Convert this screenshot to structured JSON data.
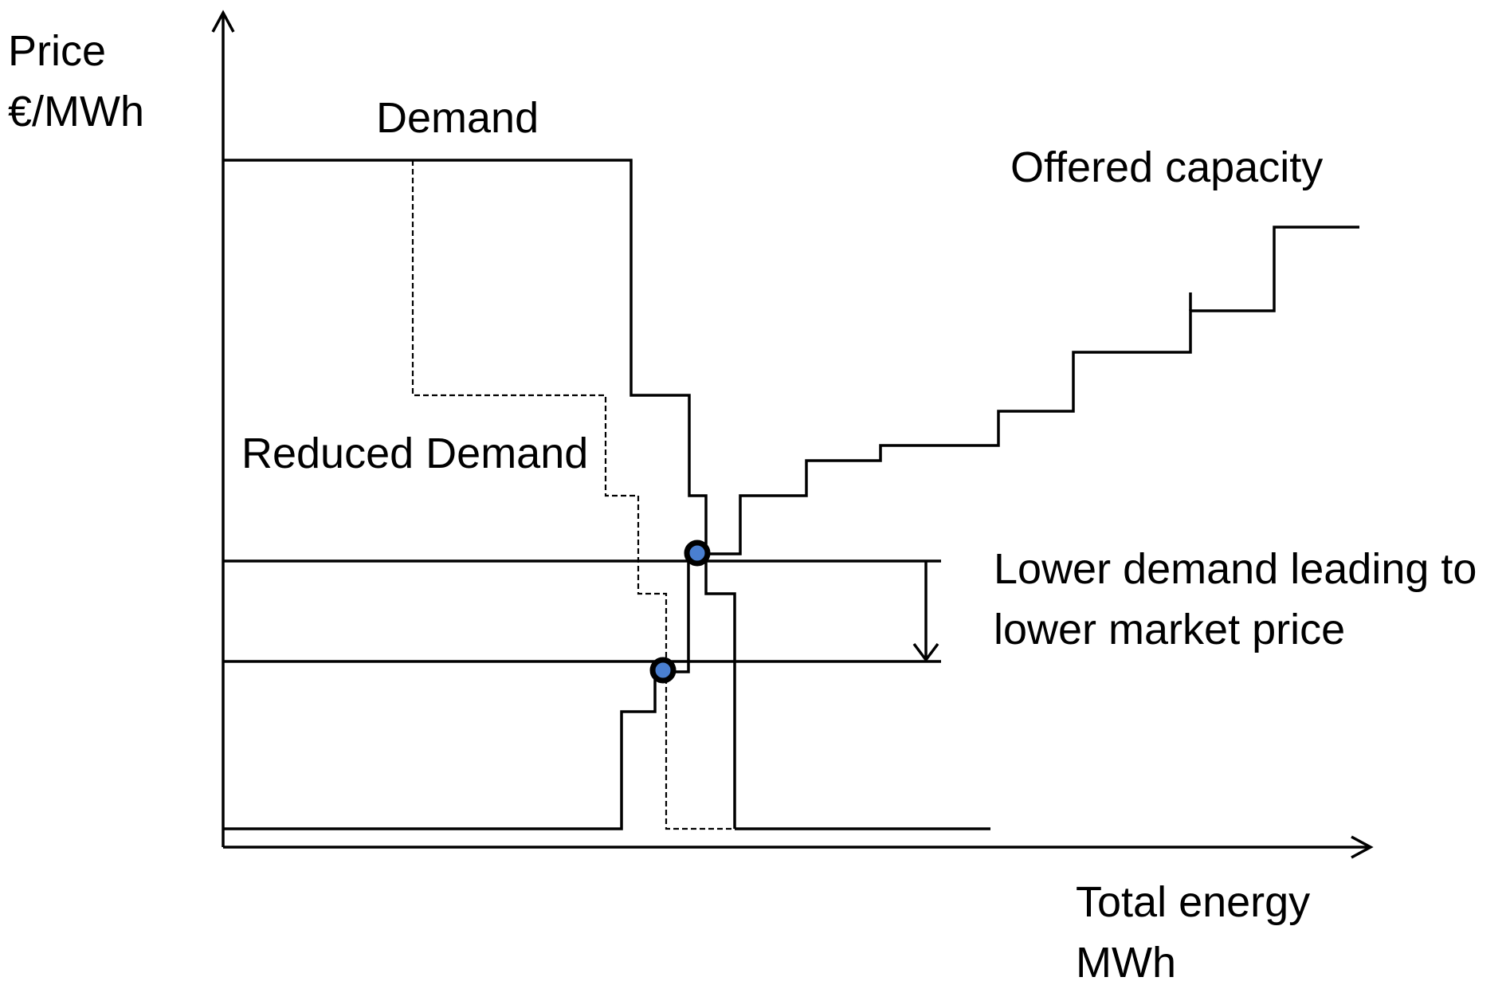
{
  "labels": {
    "y_axis_line1": "Price",
    "y_axis_line2": "€/MWh",
    "x_axis_line1": "Total energy",
    "x_axis_line2": "MWh",
    "demand": "Demand",
    "reduced_demand": "Reduced Demand",
    "offered_capacity": "Offered capacity",
    "annotation_line1": "Lower demand leading to",
    "annotation_line2": "lower market price"
  },
  "colors": {
    "lines": "#000000",
    "marker_ring": "#000000",
    "marker_fill": "#4a7fd0"
  }
}
